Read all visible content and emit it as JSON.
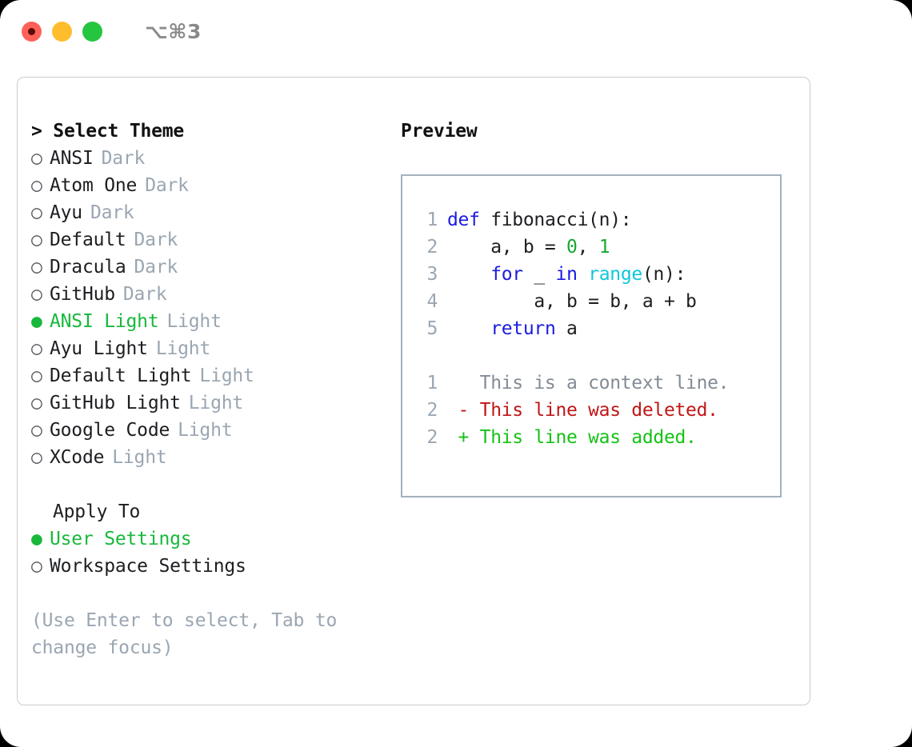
{
  "titlebar": {
    "lights": [
      {
        "name": "close-button",
        "color": "#ff6159"
      },
      {
        "name": "minimize-button",
        "color": "#ffbd2e"
      },
      {
        "name": "maximize-button",
        "color": "#25c63f"
      }
    ],
    "shortcut": "⌥⌘3"
  },
  "theme_panel": {
    "heading": "> Select Theme",
    "options": [
      {
        "bullet": "○",
        "label": "ANSI",
        "tag": "Dark",
        "selected": false
      },
      {
        "bullet": "○",
        "label": "Atom One",
        "tag": "Dark",
        "selected": false
      },
      {
        "bullet": "○",
        "label": "Ayu",
        "tag": "Dark",
        "selected": false
      },
      {
        "bullet": "○",
        "label": "Default",
        "tag": "Dark",
        "selected": false
      },
      {
        "bullet": "○",
        "label": "Dracula",
        "tag": "Dark",
        "selected": false
      },
      {
        "bullet": "○",
        "label": "GitHub",
        "tag": "Dark",
        "selected": false
      },
      {
        "bullet": "●",
        "label": "ANSI Light",
        "tag": "Light",
        "selected": true
      },
      {
        "bullet": "○",
        "label": "Ayu Light",
        "tag": "Light",
        "selected": false
      },
      {
        "bullet": "○",
        "label": "Default Light",
        "tag": "Light",
        "selected": false
      },
      {
        "bullet": "○",
        "label": "GitHub Light",
        "tag": "Light",
        "selected": false
      },
      {
        "bullet": "○",
        "label": "Google Code",
        "tag": "Light",
        "selected": false
      },
      {
        "bullet": "○",
        "label": "XCode",
        "tag": "Light",
        "selected": false
      }
    ],
    "apply_to": {
      "heading": "Apply To",
      "options": [
        {
          "bullet": "●",
          "label": "User Settings",
          "selected": true
        },
        {
          "bullet": "○",
          "label": "Workspace Settings",
          "selected": false
        }
      ]
    },
    "hint": "(Use Enter to select, Tab to change focus)"
  },
  "preview": {
    "heading": "Preview",
    "code_lines": [
      {
        "no": "1",
        "tokens": [
          {
            "t": "def",
            "c": "kw"
          },
          {
            "t": " fibonacci(n):",
            "c": "plain"
          }
        ]
      },
      {
        "no": "2",
        "tokens": [
          {
            "t": "    a, b = ",
            "c": "plain"
          },
          {
            "t": "0",
            "c": "num"
          },
          {
            "t": ", ",
            "c": "plain"
          },
          {
            "t": "1",
            "c": "num"
          }
        ]
      },
      {
        "no": "3",
        "tokens": [
          {
            "t": "    ",
            "c": "plain"
          },
          {
            "t": "for",
            "c": "kw"
          },
          {
            "t": " _ ",
            "c": "plain"
          },
          {
            "t": "in",
            "c": "kw"
          },
          {
            "t": " ",
            "c": "plain"
          },
          {
            "t": "range",
            "c": "fn"
          },
          {
            "t": "(n):",
            "c": "plain"
          }
        ]
      },
      {
        "no": "4",
        "tokens": [
          {
            "t": "        a, b = b, a + b",
            "c": "plain"
          }
        ]
      },
      {
        "no": "5",
        "tokens": [
          {
            "t": "    ",
            "c": "plain"
          },
          {
            "t": "return",
            "c": "kw"
          },
          {
            "t": " a",
            "c": "plain"
          }
        ]
      }
    ],
    "diff_lines": [
      {
        "no": "1",
        "tokens": [
          {
            "t": "   This is a context line.",
            "c": "ctx"
          }
        ]
      },
      {
        "no": "2",
        "tokens": [
          {
            "t": " - This line was deleted.",
            "c": "del"
          }
        ]
      },
      {
        "no": "2",
        "tokens": [
          {
            "t": " + This line was added.",
            "c": "add"
          }
        ]
      }
    ]
  },
  "colors": {
    "accent_green": "#18b83c",
    "tag_grey": "#9aa6b2",
    "keyword_blue": "#1b1be0",
    "number_green": "#18a82e",
    "function_cyan": "#0fc7d8",
    "diff_delete_red": "#c01616",
    "diff_add_green": "#15c215",
    "panel_border": "#c9ccd1",
    "preview_border": "#a3b0c0"
  }
}
